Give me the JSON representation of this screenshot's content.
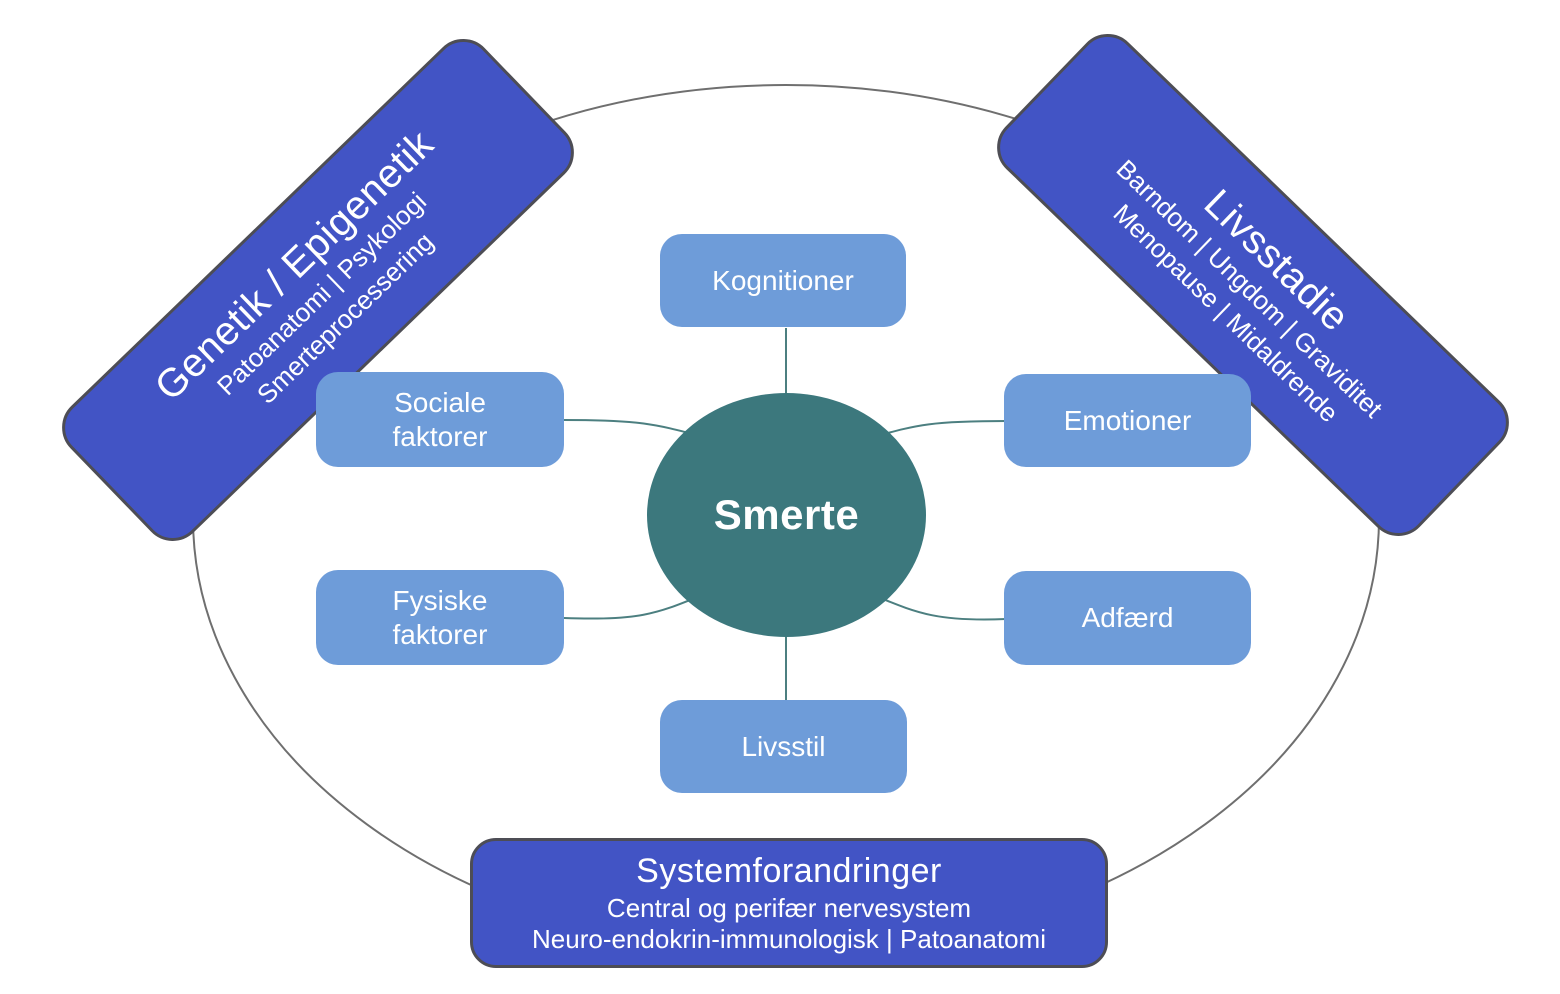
{
  "diagram": {
    "center": {
      "label": "Smerte"
    },
    "nodes": [
      {
        "id": "kognitioner",
        "label": "Kognitioner"
      },
      {
        "id": "sociale-faktorer",
        "label": "Sociale faktorer"
      },
      {
        "id": "fysiske-faktorer",
        "label": "Fysiske faktorer"
      },
      {
        "id": "emotioner",
        "label": "Emotioner"
      },
      {
        "id": "adfaerd",
        "label": "Adfærd"
      },
      {
        "id": "livsstil",
        "label": "Livsstil"
      }
    ],
    "banners": {
      "top_left": {
        "title": "Genetik / Epigenetik",
        "lines": [
          "Patoanatomi | Psykologi",
          "Smerteprocessering"
        ]
      },
      "top_right": {
        "title": "Livsstadie",
        "lines": [
          "Barndom | Ungdom | Graviditet",
          "Menopause | Midaldrende"
        ]
      },
      "bottom": {
        "title": "Systemforandringer",
        "lines": [
          "Central og perifær nervesystem",
          "Neuro-endokrin-immunologisk | Patoanatomi"
        ]
      }
    },
    "colors": {
      "banner_blue": "#4254C5",
      "node_blue": "#6E9CD9",
      "center_teal": "#3C787D",
      "connector_teal": "#4C7F80",
      "outline_gray": "#6F6F6F",
      "text_white": "#FFFFFF"
    }
  }
}
